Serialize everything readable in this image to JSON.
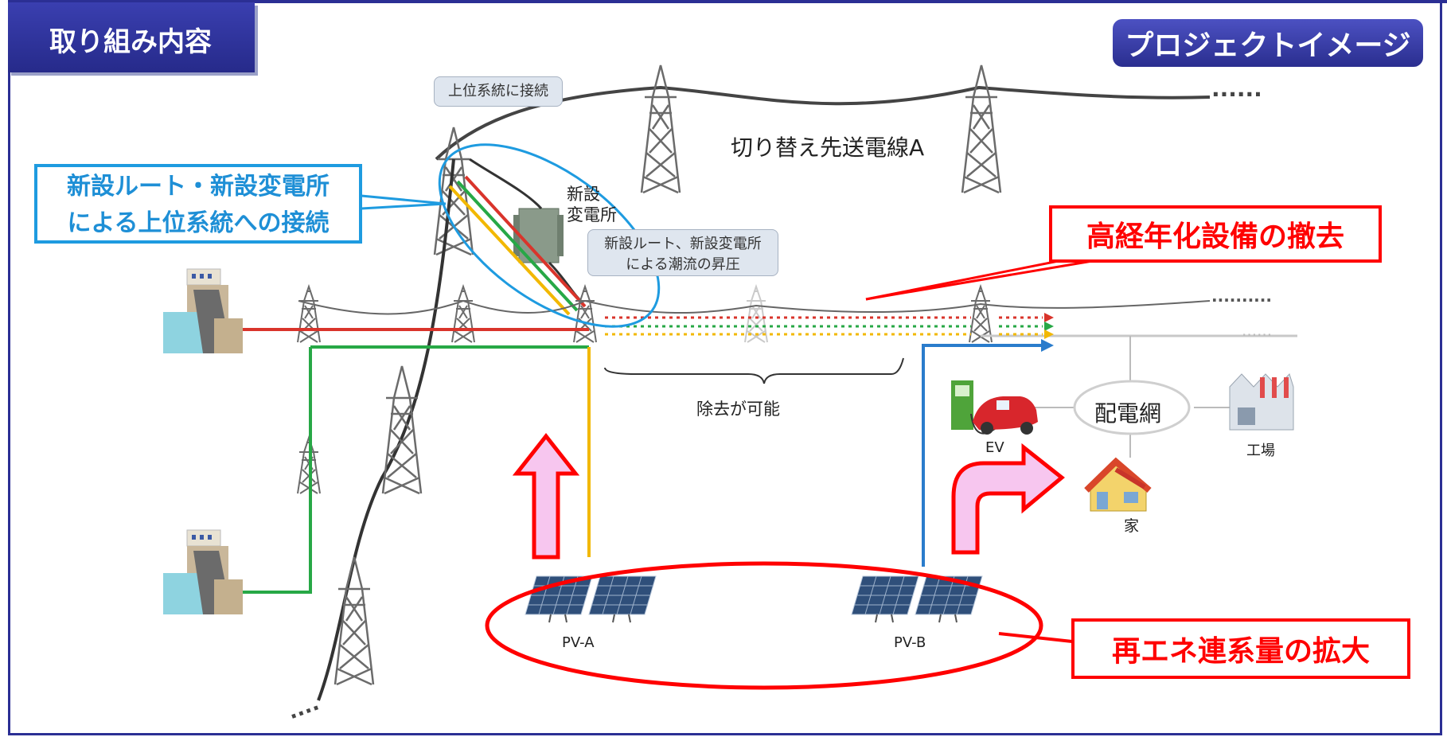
{
  "header": {
    "section_tab": "取り組み内容",
    "project_tag": "プロジェクトイメージ"
  },
  "labels": {
    "switch_line": "切り替え先送電線A",
    "new_substation_line1": "新設",
    "new_substation_line2": "変電所",
    "removable": "除去が可能",
    "grid": "配電網",
    "ev": "EV",
    "factory": "工場",
    "house": "家",
    "pv_a": "PV-A",
    "pv_b": "PV-B"
  },
  "bubbles": {
    "upper_connection": "上位系統に接続",
    "boost_line1": "新設ルート、新設変電所",
    "boost_line2": "による潮流の昇圧"
  },
  "callouts": {
    "new_route_line1": "新設ルート・新設変電所",
    "new_route_line2": "による上位系統への接続",
    "aging_removal": "高経年化設備の撤去",
    "renewable_expansion": "再エネ連系量の拡大"
  },
  "colors": {
    "navy": "#2b2f94",
    "callout_blue": "#1e9be0",
    "callout_red": "#ff0000",
    "line_red": "#d9342b",
    "line_green": "#27a846",
    "line_yellow": "#f2b800",
    "line_blue": "#2a7ccc",
    "arrow_fill": "#f7c6ef"
  }
}
